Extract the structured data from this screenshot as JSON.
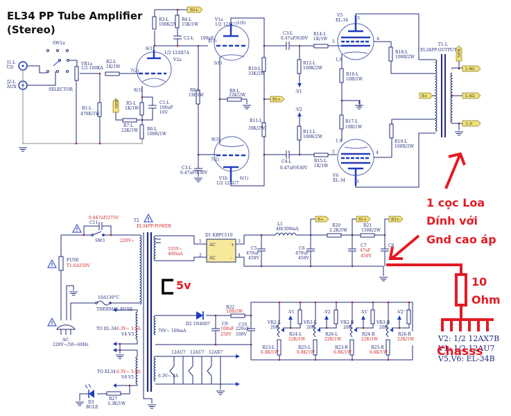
{
  "title": {
    "line1": "EL34 PP Tube Amplifier",
    "line2": "(Stereo)"
  },
  "inputs": {
    "j1": {
      "ref": "J1-L",
      "label": "CD"
    },
    "j2": {
      "ref": "J2-L",
      "label": "AUX"
    },
    "switch": {
      "ref": "SW1a",
      "label": "SELECTOR"
    }
  },
  "components": {
    "vr1": {
      "ref": "VR1a",
      "value": "1/2 100KA"
    },
    "r1": {
      "ref": "R1-L",
      "value": "470K/1W"
    },
    "r2": {
      "ref": "R2-L",
      "value": "1K/1W"
    },
    "r3": {
      "ref": "R3-L",
      "value": "100K/2W"
    },
    "r4": {
      "ref": "R4-L",
      "value": "15K/1W"
    },
    "c2": {
      "ref": "C2-L",
      "value": "100pF"
    },
    "r5": {
      "ref": "R5-L",
      "value": "1K/1W"
    },
    "c1": {
      "ref": "C1-L",
      "value": "100uF",
      "voltage": "16V"
    },
    "r7": {
      "ref": "R7-L",
      "value": "22K/1W"
    },
    "r6": {
      "ref": "R6-L",
      "value": "100R/1W"
    },
    "r8": {
      "ref": "R8-L",
      "value": "1M/1W"
    },
    "r9": {
      "ref": "R9-L",
      "value": "22K/2W"
    },
    "r10": {
      "ref": "R10-L",
      "value": "33K/2W"
    },
    "r11": {
      "ref": "R11-L",
      "value": "39K/2W"
    },
    "c3b": {
      "ref": "C3-L",
      "value": "0.47uF/630V"
    },
    "c3": {
      "ref": "C3-L",
      "value": "0.47uF/630V"
    },
    "c4": {
      "ref": "C4-L",
      "value": "0.47uF/630V"
    },
    "r12": {
      "ref": "R12-L",
      "value": "100K/2W"
    },
    "r13": {
      "ref": "R13-L",
      "value": "100K/2W"
    },
    "r14": {
      "ref": "R14-L",
      "value": "1K/1W"
    },
    "r15": {
      "ref": "R15-L",
      "value": "1K/1W"
    },
    "r16": {
      "ref": "R16-L",
      "value": "10R/1W"
    },
    "r17": {
      "ref": "R17-L",
      "value": "10R/1W"
    },
    "r18": {
      "ref": "R18-L",
      "value": "100R/2W"
    },
    "r19": {
      "ref": "R19-L",
      "value": "100R/2W"
    }
  },
  "tubes": {
    "v2a": {
      "ref": "V2a",
      "type": "1/2 12AX7A",
      "pins": [
        "6(1)",
        "7(2)",
        "8(3)"
      ]
    },
    "v1a": {
      "ref": "V1a",
      "type": "1/2 12AU7",
      "pins": [
        "1(6)",
        "2(7)",
        "3(8)"
      ]
    },
    "v1b": {
      "ref": "V1b",
      "type": "1/2 12AU7",
      "pins": [
        "8(3)",
        "7(2)",
        "6(1)"
      ]
    },
    "v5": {
      "ref": "V5",
      "type": "EL-34",
      "pins": [
        "3",
        "5",
        "4",
        "1,8"
      ]
    },
    "v6": {
      "ref": "V6",
      "type": "EL-34",
      "pins": [
        "3",
        "5",
        "4",
        "1,8"
      ]
    }
  },
  "output_transformer": {
    "ref": "T1-L",
    "label": "EL34PP-OUTPUT",
    "taps": [
      "L-8Ω",
      "L-4Ω",
      "L-0"
    ]
  },
  "nets": {
    "b1": "B1+",
    "b2": "B2+",
    "b": "B+",
    "nv1": "-V1",
    "nv2": "-V2",
    "nfb": "NFB"
  },
  "power": {
    "c11": {
      "ref": "C11",
      "value": "0.047uF/275V"
    },
    "sw3": "SW3",
    "fuse": {
      "ref": "FUSE",
      "value": "T1.6A250V"
    },
    "thermal": {
      "rating": "10A130°C",
      "label": "THERMAL FUSE"
    },
    "ac": {
      "label": "AC",
      "value": "220V~/50~60Hz"
    },
    "t2": {
      "ref": "T2",
      "label": "EL34PP-POWER",
      "primary": "220V~"
    },
    "hv": {
      "value": "335V~",
      "current": "400mA"
    },
    "bias": {
      "value": "70V~ 100mA"
    },
    "heater1": {
      "to": "TO EL-34",
      "value": "6.3V~ 3.5A",
      "tubes": "V4 V3"
    },
    "heater2": {
      "to": "TO EL34",
      "value": "6.3V~ 3.5A",
      "tubes": "V6 V5"
    },
    "heater3": {
      "value": "6.3V~ 3A",
      "tubes": [
        "12AU7",
        "12AU7",
        "12AX7"
      ]
    },
    "d1": {
      "ref": "D1 KBPC110",
      "ac": "AC",
      "pins": [
        "1",
        "2",
        "3",
        "4"
      ]
    },
    "l1": {
      "ref": "L1",
      "value": "4H/300mA"
    },
    "c5": {
      "ref": "C5",
      "value": "470uF",
      "voltage": "450V"
    },
    "c6": {
      "ref": "C6",
      "value": "470uF",
      "voltage": "450V"
    },
    "c7": {
      "ref": "C7",
      "value": "47uF",
      "voltage": "450V"
    },
    "c8": {
      "ref": "C8"
    },
    "r20": {
      "ref": "R20",
      "value": "2.2K/5W"
    },
    "r21": {
      "ref": "R21",
      "value": "150K/2W"
    },
    "d2": {
      "ref": "D2 1N4007"
    },
    "r22": {
      "ref": "R22",
      "value": "10R/1W"
    },
    "c9": {
      "ref": "C9",
      "value": "100uF",
      "voltage": "250V"
    },
    "c10": {
      "ref": "C10",
      "value": "220uF",
      "voltage": "100V"
    },
    "d3": {
      "ref": "D3",
      "label": "BULE"
    },
    "r27": {
      "ref": "R27",
      "value": "3.3K/1W"
    },
    "bias_net": [
      {
        "vr": "VR2-L",
        "vrv": "20K",
        "r": "R24-L",
        "rv": "22K/1W",
        "rb": "R23-L",
        "rbv": "6.8K/1W",
        "net": "-V1"
      },
      {
        "vr": "VR3-L",
        "vrv": "20K",
        "r": "R26-L",
        "rv": "22K/1W",
        "rb": "R25-L",
        "rbv": "6.8K/1W",
        "net": "-V2"
      },
      {
        "vr": "VR2-R",
        "vrv": "20K",
        "r": "R24-R",
        "rv": "22K/1W",
        "rb": "R23-R",
        "rbv": "6.8K/1W",
        "net": "-V1'"
      },
      {
        "vr": "VR3-R",
        "vrv": "20K",
        "r": "R26-R",
        "rv": "22K/1W",
        "rb": "R25-R",
        "rbv": "6.8K/1W",
        "net": "-V2'"
      }
    ]
  },
  "legend": [
    "V2:  1/2  12AX7B",
    "V1:  1/2  12AU7",
    "V5,V6:  EL-34B"
  ],
  "annotations": {
    "note": [
      "1 cọc Loa",
      "Dính với",
      "Gnd cao áp"
    ],
    "resistor": [
      "10",
      "Ohm"
    ],
    "chassis": "Chasss",
    "volt": "5v"
  },
  "colors": {
    "wire": "#1f2a7a",
    "annotation": "#e31b23",
    "tag": "#f2e27a",
    "node": "#a0202a"
  }
}
